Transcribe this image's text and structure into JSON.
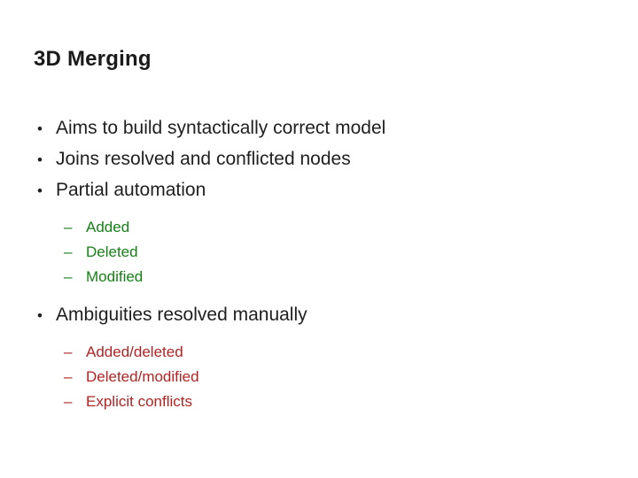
{
  "slide": {
    "title": "3D Merging",
    "background_color": "#ffffff",
    "title_color": "#1a1a1a",
    "blocks": [
      {
        "level": 1,
        "marker": "•",
        "color": "#1f1f1f",
        "items": [
          {
            "text": "Aims to build syntactically correct model"
          },
          {
            "text": "Joins resolved and conflicted nodes"
          },
          {
            "text": "Partial automation"
          }
        ]
      },
      {
        "level": 2,
        "marker": "–",
        "color": "#178017",
        "items": [
          {
            "text": "Added"
          },
          {
            "text": "Deleted"
          },
          {
            "text": "Modified"
          }
        ]
      },
      {
        "level": 1,
        "marker": "•",
        "color": "#1f1f1f",
        "items": [
          {
            "text": "Ambiguities resolved manually"
          }
        ]
      },
      {
        "level": 2,
        "marker": "–",
        "color": "#b02423",
        "items": [
          {
            "text": "Added/deleted"
          },
          {
            "text": "Deleted/modified"
          },
          {
            "text": "Explicit conflicts"
          }
        ]
      }
    ]
  }
}
